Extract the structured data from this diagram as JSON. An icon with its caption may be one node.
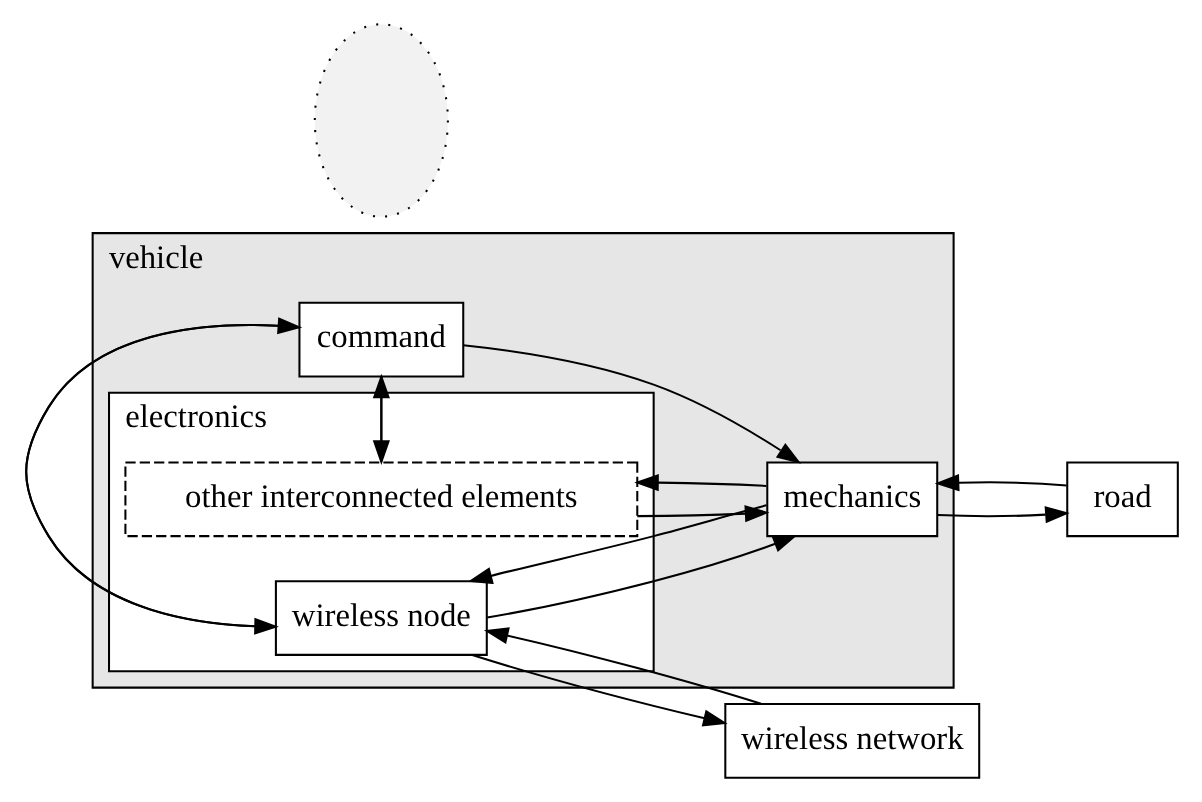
{
  "diagram": {
    "nodes": [
      {
        "text": [
          "vehicle"
        ]
      },
      {
        "text": [
          "command"
        ],
        "in": 0
      },
      {
        "text": [
          "mechanics"
        ],
        "in": 0
      },
      {
        "text": [
          "electronics"
        ],
        "in": 0
      },
      {
        "text": [
          "other interconnected elements"
        ],
        "in": 3
      },
      {
        "text": [
          "wireless node"
        ],
        "in": 3
      },
      {
        "text": [
          "road"
        ]
      },
      {
        "text": [
          "wireless network"
        ]
      },
      {
        "text": [],
        "shape": "ellipse"
      }
    ],
    "edges": [
      {
        "from": 1,
        "to": 4,
        "arrow": "to"
      },
      {
        "from": 1,
        "to": 5,
        "arrow": "to"
      },
      {
        "from": 2,
        "to": 4,
        "arrow": "to"
      },
      {
        "from": 2,
        "to": 5,
        "arrow": "to"
      },
      {
        "from": 1,
        "to": 2,
        "arrow": "to"
      },
      {
        "from": 4,
        "to": 1,
        "arrow": "to"
      },
      {
        "from": 5,
        "to": 1,
        "arrow": "to"
      },
      {
        "from": 4,
        "to": 2,
        "arrow": "to"
      },
      {
        "from": 5,
        "to": 2,
        "arrow": "to"
      },
      {
        "from": 2,
        "to": 6,
        "arrow": "to"
      },
      {
        "from": 6,
        "to": 2,
        "arrow": "to"
      },
      {
        "from": 7,
        "to": 5,
        "arrow": "to"
      },
      {
        "from": 5,
        "to": 7,
        "arrow": "to"
      }
    ]
  }
}
